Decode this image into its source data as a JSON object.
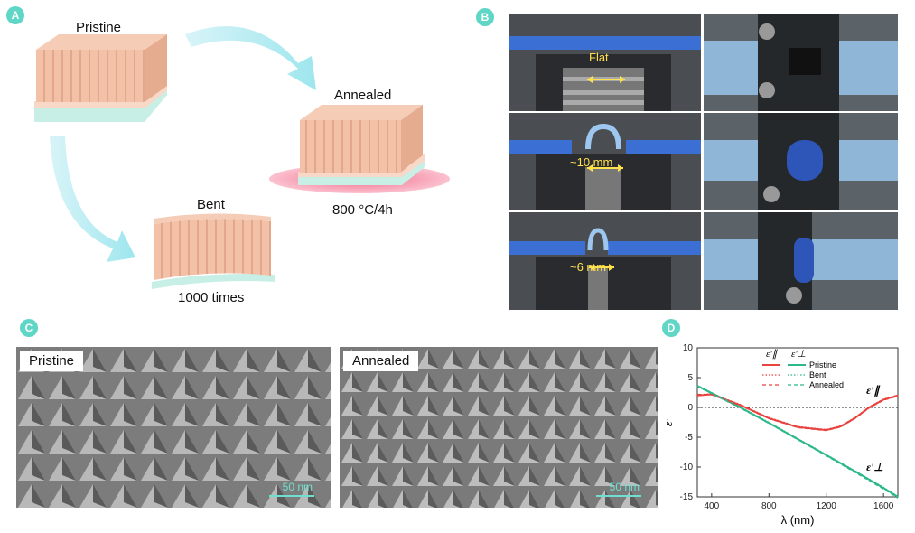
{
  "panels": {
    "a": "A",
    "b": "B",
    "c": "C",
    "d": "D"
  },
  "panel_a": {
    "pristine": "Pristine",
    "annealed": "Annealed",
    "anneal_condition": "800 °C/4h",
    "bent": "Bent",
    "bend_cycles": "1000 times"
  },
  "panel_b": {
    "flat": "Flat",
    "radius1": "~10 mm",
    "radius2": "~6 mm"
  },
  "panel_c": {
    "pristine": "Pristine",
    "annealed": "Annealed",
    "scale_left": "50 nm",
    "scale_right": "50 nm"
  },
  "chart_data": {
    "type": "line",
    "xlabel": "λ (nm)",
    "ylabel": "ε'",
    "xlim": [
      300,
      1700
    ],
    "ylim": [
      -15,
      10
    ],
    "xticks": [
      400,
      800,
      1200,
      1600
    ],
    "yticks": [
      10,
      5,
      0,
      -5,
      -10,
      -15
    ],
    "legend_headers": [
      "ε'∥",
      "ε'⊥"
    ],
    "annotations": {
      "parallel": "ε'∥",
      "perp": "ε'⊥"
    },
    "colors": {
      "parallel": "#e8433f",
      "perp": "#2db88a"
    },
    "series": [
      {
        "name": "Pristine",
        "style": "solid",
        "component": "parallel",
        "x": [
          300,
          400,
          600,
          800,
          1000,
          1200,
          1300,
          1400,
          1500,
          1600,
          1700
        ],
        "y": [
          2.0,
          2.2,
          0.4,
          -1.8,
          -3.3,
          -3.8,
          -3.2,
          -1.8,
          0.0,
          1.3,
          2.0
        ]
      },
      {
        "name": "Pristine",
        "style": "solid",
        "component": "perp",
        "x": [
          300,
          600,
          800,
          1000,
          1200,
          1400,
          1600,
          1700
        ],
        "y": [
          3.6,
          0.0,
          -2.6,
          -5.3,
          -8.0,
          -10.7,
          -13.5,
          -15.0
        ]
      },
      {
        "name": "Bent",
        "style": "dotted",
        "component": "parallel",
        "x": [
          300,
          400,
          600,
          800,
          1000,
          1200,
          1300,
          1400,
          1500,
          1600,
          1700
        ],
        "y": [
          2.1,
          2.3,
          0.5,
          -1.7,
          -3.2,
          -3.7,
          -3.1,
          -1.7,
          0.1,
          1.4,
          2.1
        ]
      },
      {
        "name": "Bent",
        "style": "dotted",
        "component": "perp",
        "x": [
          300,
          600,
          800,
          1000,
          1200,
          1400,
          1600,
          1700
        ],
        "y": [
          3.7,
          0.1,
          -2.5,
          -5.2,
          -7.9,
          -10.6,
          -13.4,
          -14.9
        ]
      },
      {
        "name": "Annealed",
        "style": "dashed",
        "component": "parallel",
        "x": [
          300,
          400,
          600,
          800,
          1000,
          1200,
          1300,
          1400,
          1500,
          1600,
          1700
        ],
        "y": [
          2.2,
          2.1,
          0.3,
          -1.9,
          -3.4,
          -3.9,
          -3.3,
          -1.9,
          -0.1,
          1.2,
          1.9
        ]
      },
      {
        "name": "Annealed",
        "style": "dashed",
        "component": "perp",
        "x": [
          300,
          600,
          800,
          1000,
          1200,
          1400,
          1600,
          1700
        ],
        "y": [
          3.5,
          -0.1,
          -2.7,
          -5.4,
          -8.1,
          -10.9,
          -13.7,
          -15.2
        ]
      }
    ]
  }
}
